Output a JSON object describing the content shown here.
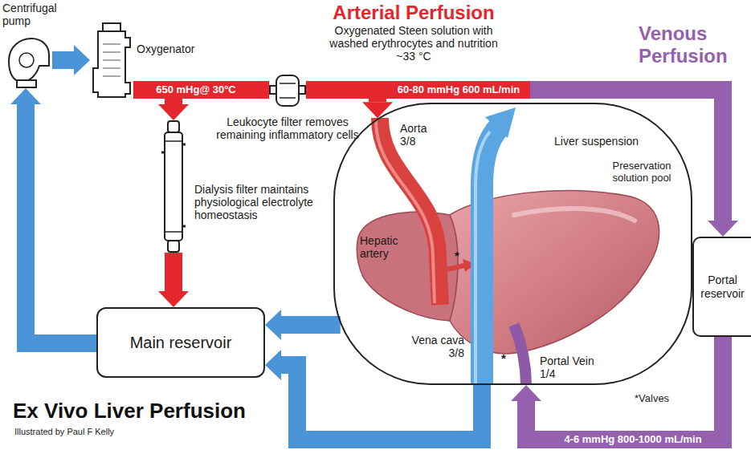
{
  "diagram": {
    "title": "Ex Vivo Liver Perfusion",
    "caption": "Illustrated by Paul F Kelly",
    "nodes": [
      {
        "text": [
          "Centrifugal pump"
        ]
      },
      {
        "text": [
          "Oxygenator"
        ]
      },
      {
        "text": [
          "Leukocyte filter removes remaining inflammatory cells"
        ]
      },
      {
        "text": [
          "Dialysis filter maintains physiological electrolyte homeostasis"
        ]
      },
      {
        "text": [
          "Main reservoir"
        ]
      },
      {
        "text": [
          "Liver suspension",
          "Preservation solution pool"
        ]
      },
      {
        "text": [
          "Portal reservoir"
        ]
      }
    ],
    "edges": [
      {
        "from": 0,
        "to": 1,
        "arrow": "to"
      },
      {
        "from": 1,
        "to": 2,
        "label": "650 mHg@ 30°C",
        "arrow": "none"
      },
      {
        "from": 1,
        "to": 3,
        "arrow": "to"
      },
      {
        "from": 3,
        "to": 4,
        "arrow": "to"
      },
      {
        "from": 2,
        "to": 5,
        "label": "60-80 mmHg 600 mL/min",
        "arrow": "to"
      },
      {
        "from": 2,
        "to": 6,
        "arrow": "to"
      },
      {
        "from": 6,
        "to": 5,
        "label": "4-6 mmHg 800-1000 mL/min",
        "arrow": "to"
      },
      {
        "from": 5,
        "to": 4,
        "arrow": "to"
      },
      {
        "from": 5,
        "to": 4,
        "arrow": "to"
      },
      {
        "from": 4,
        "to": 0,
        "arrow": "to"
      }
    ],
    "labels": [
      "Arterial Perfusion",
      "Oxygenated Steen solution with washed erythrocytes and nutrition ~33 °C",
      "Venous Perfusion",
      "Aorta 3/8",
      "Hepatic artery",
      "*",
      "Vena cava 3/8",
      "*",
      "Portal Vein 1/4",
      "*Valves"
    ]
  }
}
